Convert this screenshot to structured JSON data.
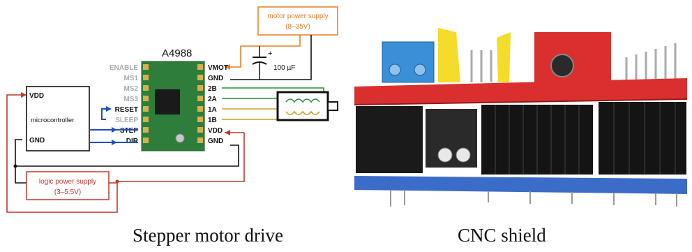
{
  "diagram": {
    "chip_name": "A4988",
    "motor_supply": {
      "line1": "motor power supply",
      "line2": "(8–35V)"
    },
    "logic_supply": {
      "line1": "logic power supply",
      "line2": "(3–5.5V)"
    },
    "capacitor_label": "100 µF",
    "capacitor_plus": "+",
    "microcontroller": {
      "vdd": "VDD",
      "name": "microcontroller",
      "gnd": "GND"
    },
    "left_pins": [
      "ENABLE",
      "MS1",
      "MS2",
      "MS3",
      "RESET",
      "SLEEP",
      "STEP",
      "DIR"
    ],
    "right_pins": [
      "VMOT",
      "GND",
      "2B",
      "2A",
      "1A",
      "1B",
      "VDD",
      "GND"
    ]
  },
  "captions": {
    "left": "Stepper motor drive",
    "right": "CNC shield"
  },
  "colors": {
    "power_red": "#c0392b",
    "motor_orange": "#e67e22",
    "signal_blue": "#1f4fbf",
    "wire_green": "#2e8b3a",
    "wire_gold": "#c9a227",
    "board_green": "#2f7d3a",
    "cnc_red": "#d9302f",
    "cnc_black": "#1a1a1a",
    "cnc_blue": "#3a6cc8"
  }
}
